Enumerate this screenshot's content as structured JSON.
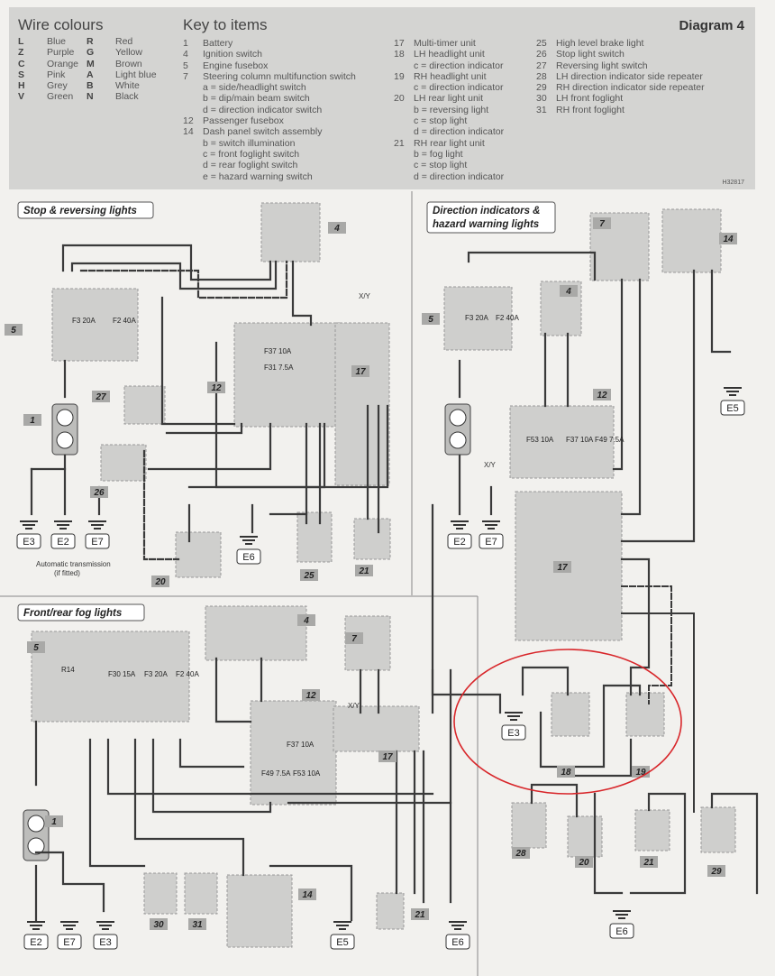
{
  "header": {
    "wire_colours_title": "Wire colours",
    "wire_colours": [
      {
        "code": "L",
        "name": "Blue",
        "code2": "R",
        "name2": "Red"
      },
      {
        "code": "Z",
        "name": "Purple",
        "code2": "G",
        "name2": "Yellow"
      },
      {
        "code": "C",
        "name": "Orange",
        "code2": "M",
        "name2": "Brown"
      },
      {
        "code": "S",
        "name": "Pink",
        "code2": "A",
        "name2": "Light blue"
      },
      {
        "code": "H",
        "name": "Grey",
        "code2": "B",
        "name2": "White"
      },
      {
        "code": "V",
        "name": "Green",
        "code2": "N",
        "name2": "Black"
      }
    ],
    "key_title": "Key to items",
    "key_col1": [
      {
        "n": "1",
        "t": "Battery"
      },
      {
        "n": "4",
        "t": "Ignition switch"
      },
      {
        "n": "5",
        "t": "Engine fusebox"
      },
      {
        "n": "7",
        "t": "Steering column multifunction switch"
      },
      {
        "n": "",
        "t": "a = side/headlight switch"
      },
      {
        "n": "",
        "t": "b = dip/main beam switch"
      },
      {
        "n": "",
        "t": "d = direction indicator switch"
      },
      {
        "n": "12",
        "t": "Passenger fusebox"
      },
      {
        "n": "14",
        "t": "Dash panel switch assembly"
      },
      {
        "n": "",
        "t": "b = switch illumination"
      },
      {
        "n": "",
        "t": "c = front foglight switch"
      },
      {
        "n": "",
        "t": "d = rear foglight switch"
      },
      {
        "n": "",
        "t": "e = hazard warning switch"
      }
    ],
    "key_col2": [
      {
        "n": "17",
        "t": "Multi-timer unit"
      },
      {
        "n": "18",
        "t": "LH headlight unit"
      },
      {
        "n": "",
        "t": "c = direction indicator"
      },
      {
        "n": "19",
        "t": "RH headlight unit"
      },
      {
        "n": "",
        "t": "c = direction indicator"
      },
      {
        "n": "20",
        "t": "LH rear light unit"
      },
      {
        "n": "",
        "t": "b = reversing light"
      },
      {
        "n": "",
        "t": "c = stop light"
      },
      {
        "n": "",
        "t": "d = direction indicator"
      },
      {
        "n": "21",
        "t": "RH rear light unit"
      },
      {
        "n": "",
        "t": "b = fog light"
      },
      {
        "n": "",
        "t": "c = stop light"
      },
      {
        "n": "",
        "t": "d = direction indicator"
      }
    ],
    "key_col3": [
      {
        "n": "25",
        "t": "High level brake light"
      },
      {
        "n": "26",
        "t": "Stop light switch"
      },
      {
        "n": "27",
        "t": "Reversing light switch"
      },
      {
        "n": "28",
        "t": "LH direction indicator side repeater"
      },
      {
        "n": "29",
        "t": "RH direction indicator side repeater"
      },
      {
        "n": "30",
        "t": "LH front foglight"
      },
      {
        "n": "31",
        "t": "RH front foglight"
      }
    ],
    "diagram_title": "Diagram 4",
    "ref": "H32817"
  },
  "sections": [
    {
      "title": "Stop & reversing lights"
    },
    {
      "title": "Direction indicators &"
    },
    {
      "title": "hazard warning lights"
    },
    {
      "title": "Front/rear fog lights"
    }
  ],
  "components": [
    "4",
    "5",
    "12",
    "17",
    "27",
    "1",
    "26",
    "20",
    "25",
    "21",
    "7",
    "14",
    "5",
    "4",
    "12",
    "17",
    "18",
    "19",
    "28",
    "20",
    "21",
    "29",
    "4",
    "5",
    "7",
    "12",
    "17",
    "1",
    "14",
    "21",
    "30",
    "31"
  ],
  "grounds": [
    "E3",
    "E2",
    "E7",
    "E6",
    "E2",
    "E7",
    "E5",
    "E3",
    "E6",
    "E2",
    "E7",
    "E3",
    "E5",
    "E6"
  ],
  "fuses": [
    "F3 20A",
    "F2 40A",
    "F37 10A",
    "F31 7.5A",
    "F3 20A",
    "F2 40A",
    "F53 10A",
    "F37 10A",
    "F49 7.5A",
    "F30 15A",
    "F3 20A",
    "F2 40A",
    "F37 10A",
    "F49 7.5A",
    "F53 10A",
    "R14"
  ],
  "annotations": {
    "auto_trans_1": "Automatic transmission",
    "auto_trans_2": "(if fitted)",
    "xy_1": "X/Y",
    "xy_2": "X/Y",
    "xy_3": "X/Y"
  },
  "colors": {
    "highlight": "#d8262a",
    "panel": "#d4d4d2",
    "component": "#cfcfcd",
    "wire": "#3a3a3a"
  }
}
